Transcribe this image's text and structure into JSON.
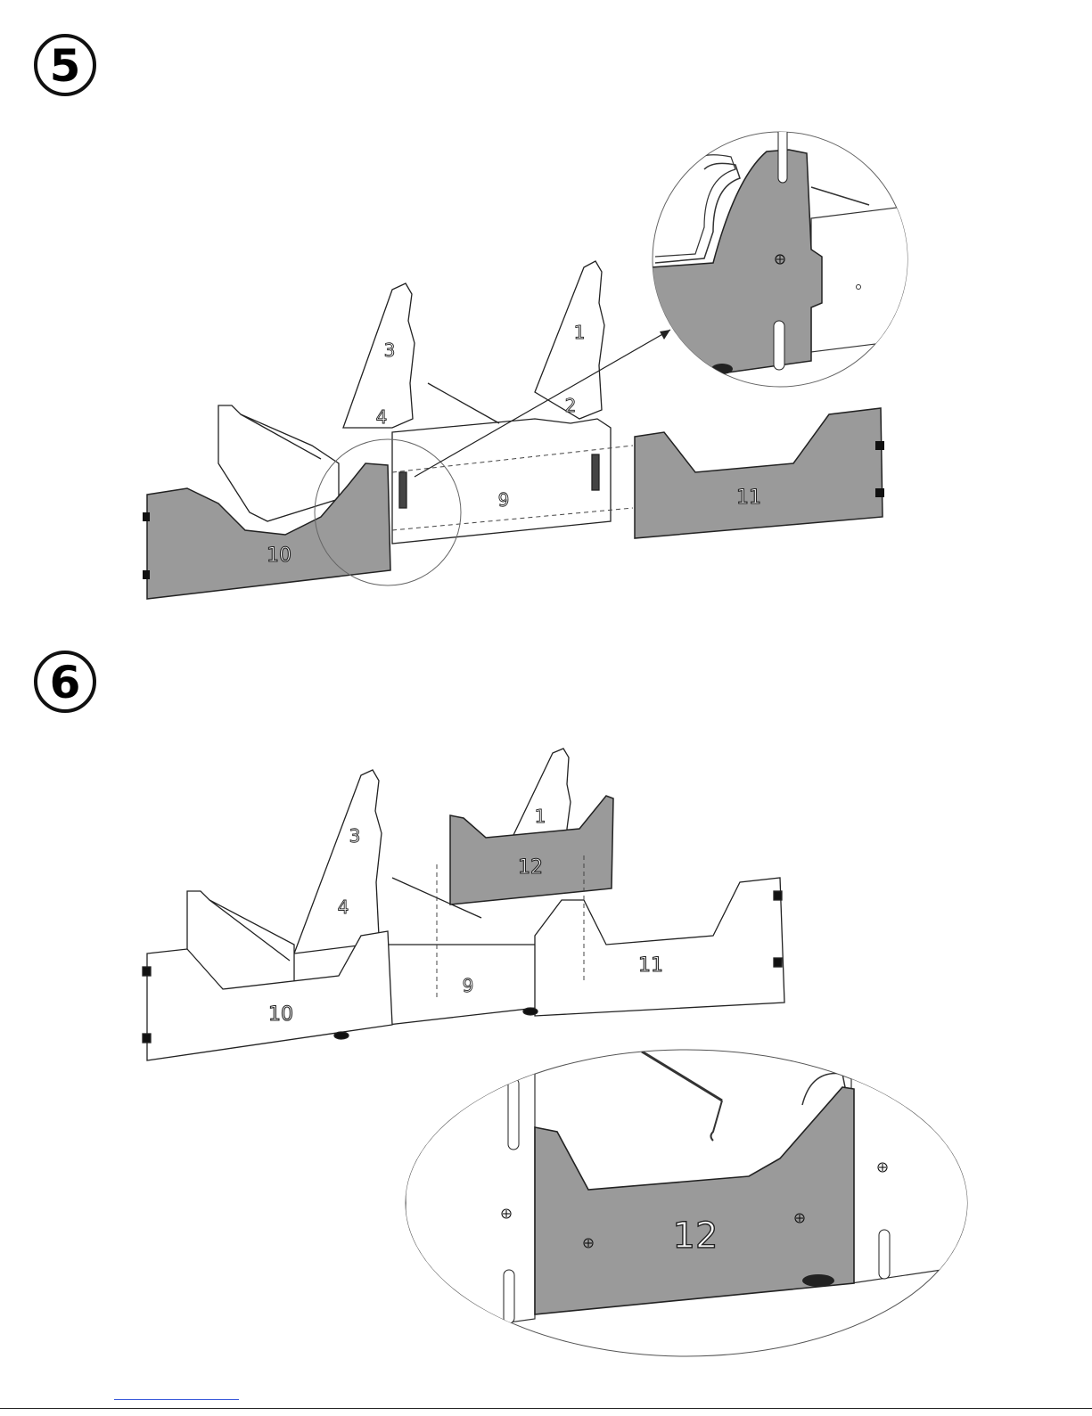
{
  "steps": [
    {
      "number": "5",
      "parts": [
        "1",
        "2",
        "3",
        "4",
        "9",
        "10",
        "11"
      ]
    },
    {
      "number": "6",
      "parts": [
        "1",
        "3",
        "4",
        "9",
        "10",
        "11",
        "12"
      ],
      "detail_part": "12"
    }
  ],
  "colors": {
    "panel_grey": "#9a9a9a",
    "panel_white": "#ffffff",
    "line": "#222222",
    "accent": "#3b5bdb"
  }
}
